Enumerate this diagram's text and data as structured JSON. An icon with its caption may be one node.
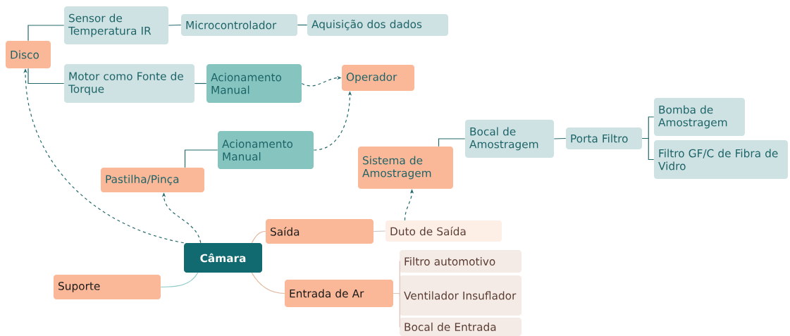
{
  "diagram": {
    "nodes": [
      {
        "text": [
          "Disco"
        ]
      },
      {
        "text": [
          "Sensor de Temperatura IR"
        ]
      },
      {
        "text": [
          "Microcontrolador"
        ]
      },
      {
        "text": [
          "Aquisição dos dados"
        ]
      },
      {
        "text": [
          "Motor como Fonte de Torque"
        ]
      },
      {
        "text": [
          "Acionamento Manual"
        ]
      },
      {
        "text": [
          "Operador"
        ]
      },
      {
        "text": [
          "Acionamento Manual"
        ]
      },
      {
        "text": [
          "Pastilha/Pinça"
        ]
      },
      {
        "text": [
          "Sistema de Amostragem"
        ]
      },
      {
        "text": [
          "Bocal de Amostragem"
        ]
      },
      {
        "text": [
          "Porta Filtro"
        ]
      },
      {
        "text": [
          "Bomba de Amostragem"
        ]
      },
      {
        "text": [
          "Filtro GF/C de Fibra de Vidro"
        ]
      },
      {
        "text": [
          "Saída"
        ]
      },
      {
        "text": [
          "Duto de Saída"
        ]
      },
      {
        "text": [
          "Câmara"
        ]
      },
      {
        "text": [
          "Suporte"
        ]
      },
      {
        "text": [
          "Entrada de Ar"
        ]
      },
      {
        "text": [
          "Filtro automotivo"
        ]
      },
      {
        "text": [
          "Ventilador Insuflador"
        ]
      },
      {
        "text": [
          "Bocal de Entrada"
        ]
      }
    ],
    "edges": [
      {
        "from": 0,
        "to": 1,
        "arrow": "none"
      },
      {
        "from": 1,
        "to": 2,
        "arrow": "none"
      },
      {
        "from": 2,
        "to": 3,
        "arrow": "none"
      },
      {
        "from": 0,
        "to": 4,
        "arrow": "none"
      },
      {
        "from": 4,
        "to": 5,
        "arrow": "none"
      },
      {
        "from": 5,
        "to": 6,
        "arrow": "to",
        "style": "dashed"
      },
      {
        "from": 7,
        "to": 6,
        "arrow": "to",
        "style": "dashed"
      },
      {
        "from": 8,
        "to": 7,
        "arrow": "none"
      },
      {
        "from": 9,
        "to": 10,
        "arrow": "none"
      },
      {
        "from": 10,
        "to": 11,
        "arrow": "none"
      },
      {
        "from": 11,
        "to": 12,
        "arrow": "none"
      },
      {
        "from": 11,
        "to": 13,
        "arrow": "none"
      },
      {
        "from": 15,
        "to": 9,
        "arrow": "to",
        "style": "dashed"
      },
      {
        "from": 16,
        "to": 8,
        "arrow": "to",
        "style": "dashed"
      },
      {
        "from": 16,
        "to": 0,
        "arrow": "to",
        "style": "dashed"
      },
      {
        "from": 16,
        "to": 14,
        "arrow": "none",
        "color": "#e2b39a"
      },
      {
        "from": 14,
        "to": 15,
        "arrow": "none",
        "color": "#c9c2bf"
      },
      {
        "from": 16,
        "to": 17,
        "arrow": "none",
        "color": "#8ccac5"
      },
      {
        "from": 16,
        "to": 18,
        "arrow": "none",
        "color": "#e2b39a"
      },
      {
        "from": 18,
        "to": 19,
        "arrow": "none",
        "color": "#dcc3b5"
      },
      {
        "from": 18,
        "to": 20,
        "arrow": "none",
        "color": "#dcc3b5"
      },
      {
        "from": 18,
        "to": 21,
        "arrow": "none",
        "color": "#dcc3b5"
      }
    ]
  }
}
